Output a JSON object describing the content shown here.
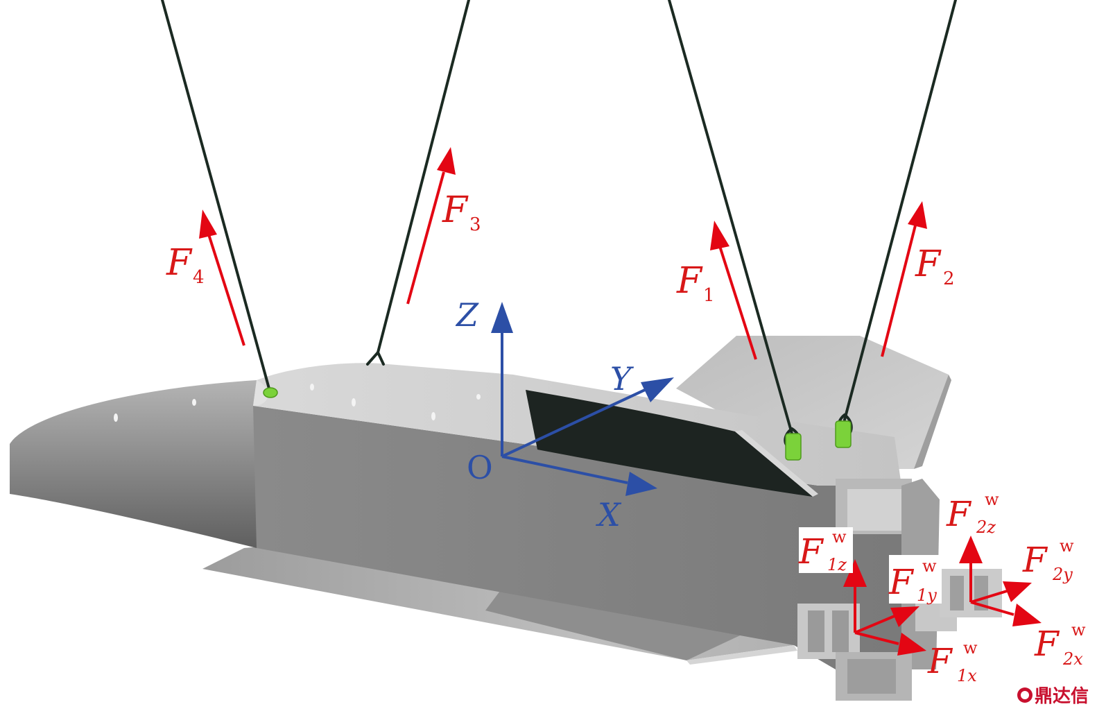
{
  "colors": {
    "force": "#e30613",
    "axis": "#2c4fa6",
    "body_light": "#c9c9c9",
    "body_mid": "#9a9a9a",
    "body_dark": "#6f6f6f",
    "cable": "#1b2a22",
    "lug": "#7bd23a"
  },
  "axes": {
    "origin": "O",
    "x": "X",
    "y": "Y",
    "z": "Z"
  },
  "cable_forces": [
    {
      "main": "F",
      "sub": "1"
    },
    {
      "main": "F",
      "sub": "2"
    },
    {
      "main": "F",
      "sub": "3"
    },
    {
      "main": "F",
      "sub": "4"
    }
  ],
  "support_forces": [
    {
      "main": "F",
      "sup": "w",
      "sub": "1z"
    },
    {
      "main": "F",
      "sup": "w",
      "sub": "1y"
    },
    {
      "main": "F",
      "sup": "w",
      "sub": "1x"
    },
    {
      "main": "F",
      "sup": "w",
      "sub": "2z"
    },
    {
      "main": "F",
      "sup": "w",
      "sub": "2y"
    },
    {
      "main": "F",
      "sup": "w",
      "sub": "2x"
    }
  ],
  "watermark": "鼎达信"
}
